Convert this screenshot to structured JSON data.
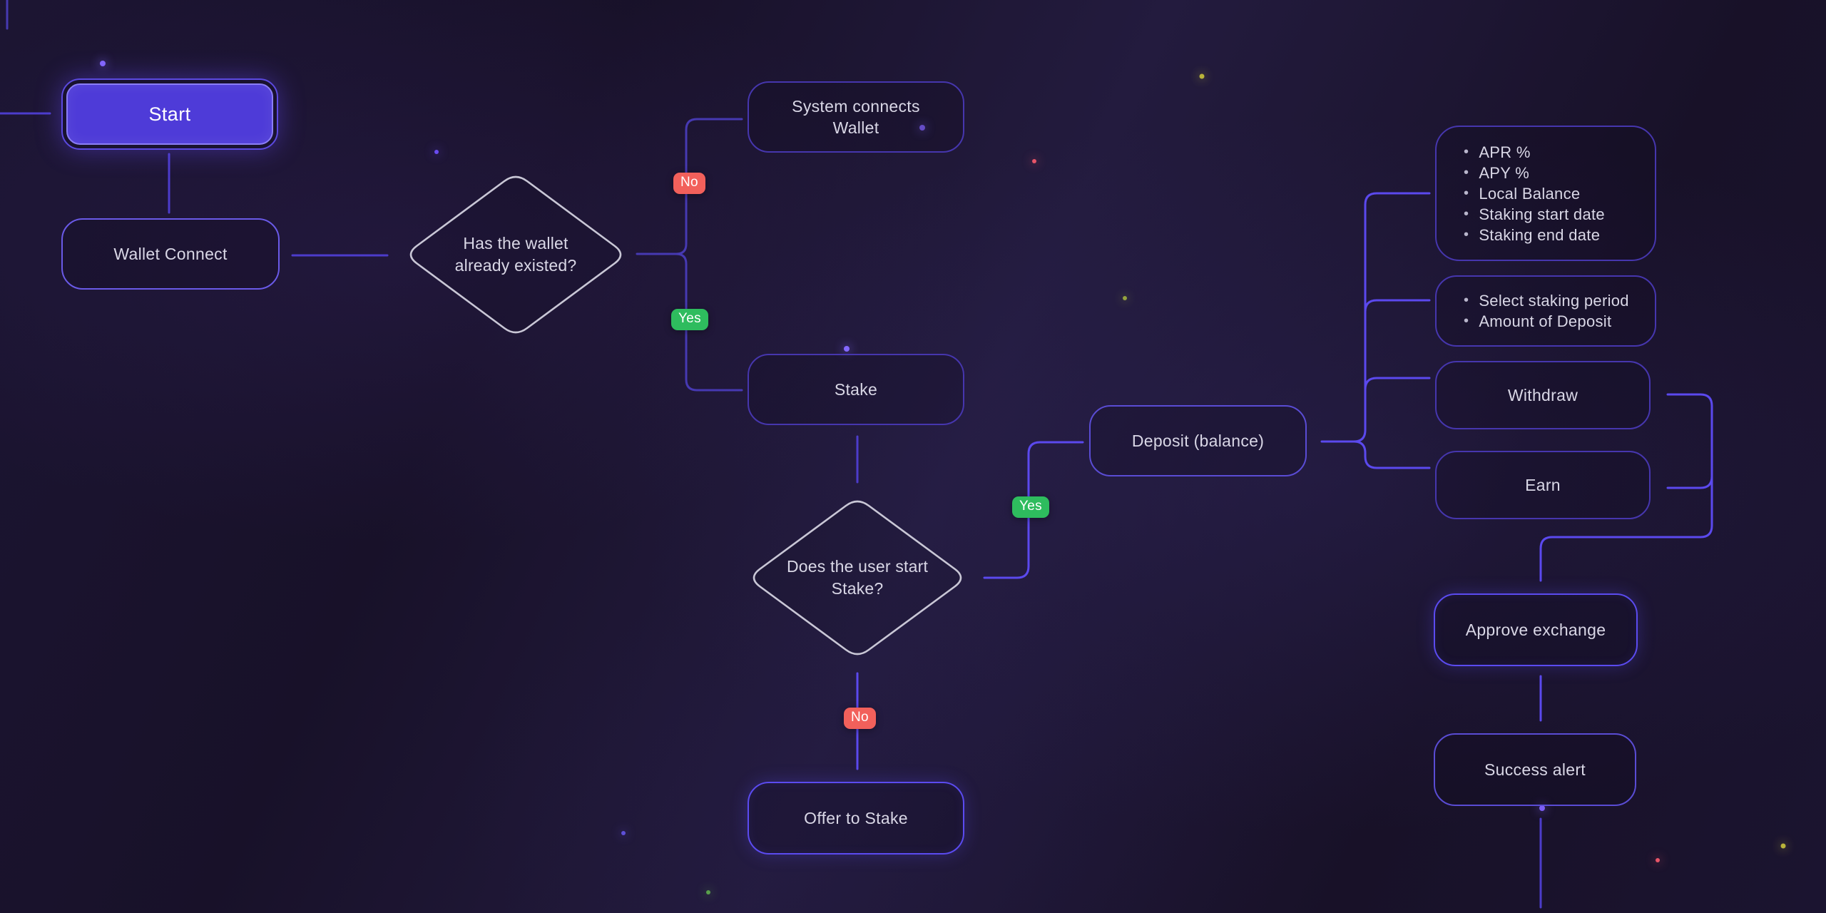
{
  "flowchart": {
    "nodes": {
      "start": {
        "label": "Start"
      },
      "wallet_connect": {
        "label": "Wallet Connect"
      },
      "system_connects_wallet": {
        "label": "System connects\nWallet"
      },
      "stake": {
        "label": "Stake"
      },
      "deposit_balance": {
        "label": "Deposit (balance)"
      },
      "offer_to_stake": {
        "label": "Offer to Stake"
      },
      "info_list": {
        "items": [
          "APR %",
          "APY %",
          "Local Balance",
          "Staking start date",
          "Staking end date"
        ]
      },
      "staking_form": {
        "items": [
          "Select staking period",
          "Amount of Deposit"
        ]
      },
      "withdraw": {
        "label": "Withdraw"
      },
      "earn": {
        "label": "Earn"
      },
      "approve_exchange": {
        "label": "Approve exchange"
      },
      "success_alert": {
        "label": "Success alert"
      }
    },
    "decisions": {
      "wallet_exists": {
        "label": "Has the wallet\nalready existed?"
      },
      "user_starts_stake": {
        "label": "Does the user start\nStake?"
      }
    },
    "edge_labels": {
      "no1": "No",
      "yes1": "Yes",
      "yes2": "Yes",
      "no2": "No"
    }
  },
  "colors": {
    "wire": "#4c3ccb",
    "wire_bright": "#5b49ee",
    "wire_dim": "#4639b2",
    "node_dim": "#4636ae",
    "node_med": "#6a5ae8",
    "node_med2": "#5a4cd4",
    "node_bright": "#5b4bf0",
    "diamond_stroke": "#c9c7d6",
    "text": "#d9d7e6",
    "badge_red": "#f2605b",
    "badge_green": "#2ebc5e",
    "start_fill": "#4e3bd8",
    "start_border": "#8b7ef6",
    "start_ring": "#5b49e0"
  }
}
